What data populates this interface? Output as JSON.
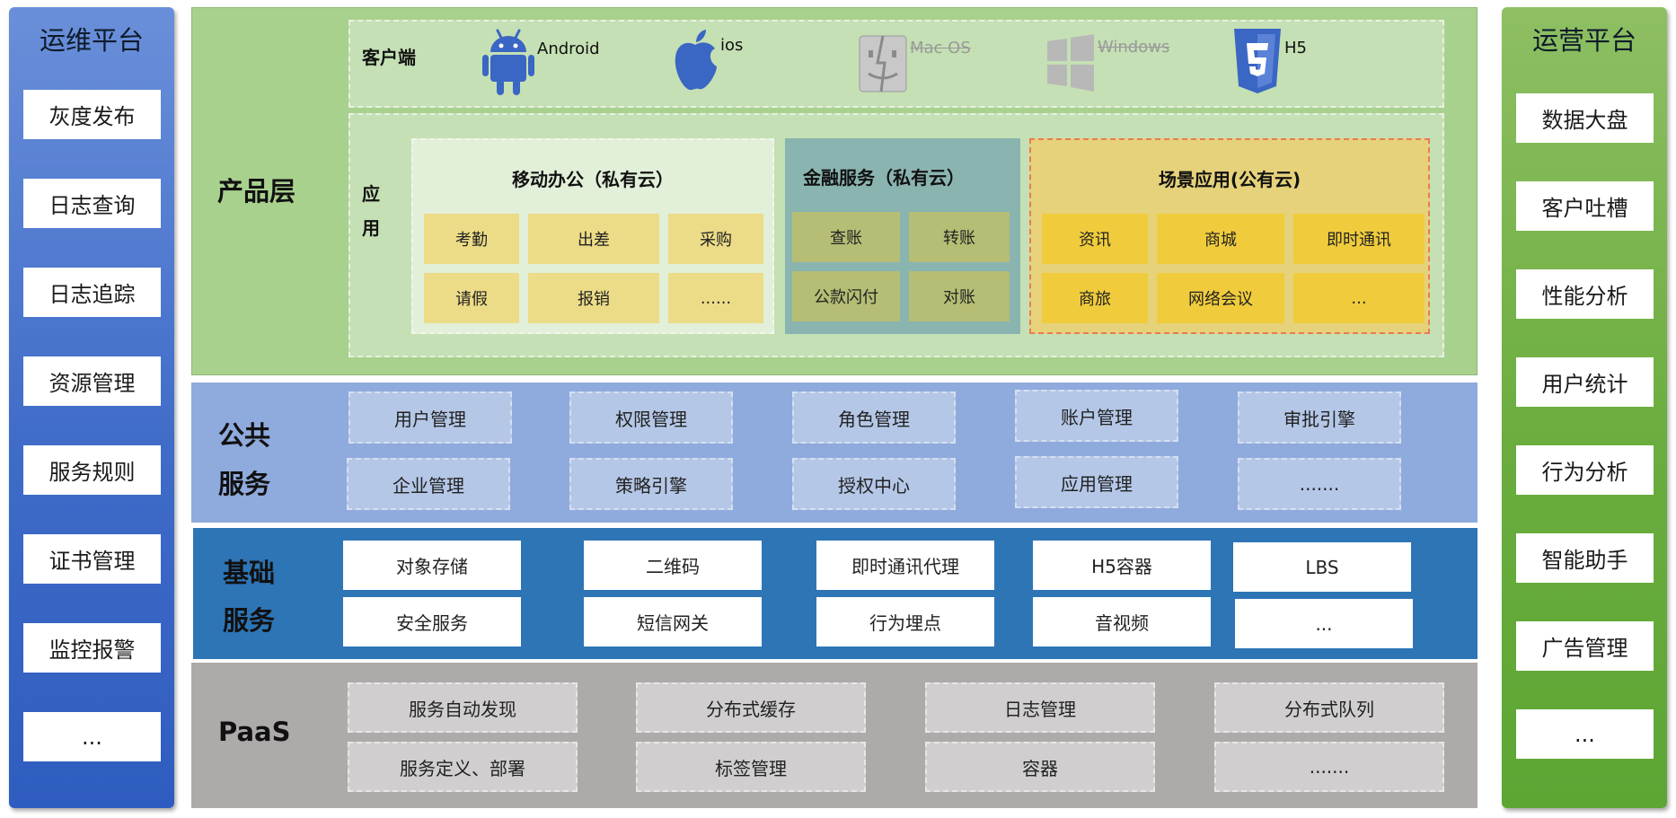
{
  "ops_platform": {
    "title": "运维平台",
    "items": [
      "灰度发布",
      "日志查询",
      "日志追踪",
      "资源管理",
      "服务规则",
      "证书管理",
      "监控报警",
      "..."
    ]
  },
  "operation_platform": {
    "title": "运营平台",
    "items": [
      "数据大盘",
      "客户吐槽",
      "性能分析",
      "用户统计",
      "行为分析",
      "智能助手",
      "广告管理",
      "..."
    ]
  },
  "product_layer": {
    "title": "产品层",
    "client_label": "客户端",
    "clients": [
      {
        "label": "Android",
        "icon": "android-icon"
      },
      {
        "label": "ios",
        "icon": "apple-icon"
      },
      {
        "label": "Mac OS",
        "icon": "macos-finder-icon"
      },
      {
        "label": "Windows",
        "icon": "windows-icon"
      },
      {
        "label": "H5",
        "icon": "html5-icon"
      }
    ],
    "app_label_1": "应",
    "app_label_2": "用",
    "mobile_office": {
      "title": "移动办公（私有云）",
      "items": [
        "考勤",
        "出差",
        "采购",
        "请假",
        "报销",
        "......"
      ]
    },
    "finance_service": {
      "title": "金融服务（私有云）",
      "items": [
        "查账",
        "转账",
        "公款闪付",
        "对账"
      ]
    },
    "scene_app": {
      "title": "场景应用(公有云)",
      "items": [
        "资讯",
        "商城",
        "即时通讯",
        "商旅",
        "网络会议",
        "..."
      ]
    }
  },
  "public_service": {
    "title_1": "公共",
    "title_2": "服务",
    "items": [
      "用户管理",
      "权限管理",
      "角色管理",
      "账户管理",
      "审批引擎",
      "企业管理",
      "策略引擎",
      "授权中心",
      "应用管理",
      "......."
    ]
  },
  "base_service": {
    "title_1": "基础",
    "title_2": "服务",
    "items": [
      "对象存储",
      "二维码",
      "即时通讯代理",
      "H5容器",
      "LBS",
      "安全服务",
      "短信网关",
      "行为埋点",
      "音视频",
      "..."
    ]
  },
  "paas": {
    "title": "PaaS",
    "items": [
      "服务自动发现",
      "分布式缓存",
      "日志管理",
      "分布式队列",
      "服务定义、部署",
      "标签管理",
      "容器",
      "......."
    ]
  },
  "colors": {
    "ops_blue": "#3f6cc8",
    "ops_green": "#6aad3e",
    "product_green": "#a9d18e",
    "public_blue": "#8faadc",
    "base_blue": "#2e75b6",
    "paas_gray": "#aeaaaa"
  }
}
